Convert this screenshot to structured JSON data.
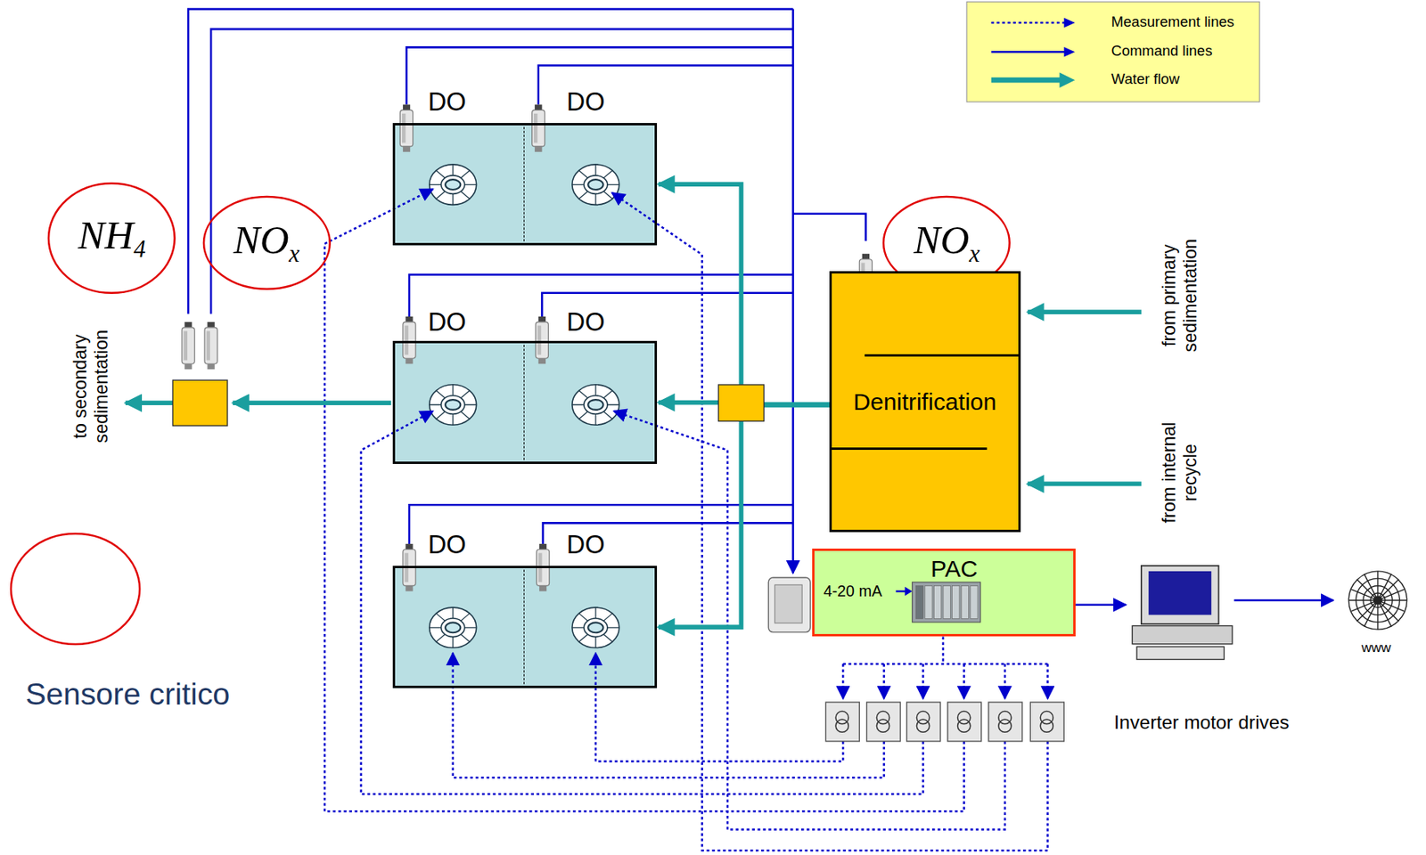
{
  "diagram": {
    "nodes": [
      {
        "text": [
          "DO"
        ]
      },
      {
        "text": [
          "DO"
        ]
      },
      {
        "text": [
          "NH4"
        ]
      },
      {
        "text": [
          "NOx"
        ]
      },
      {
        "text": [
          "NOx"
        ]
      },
      {
        "text": [
          "DO"
        ]
      },
      {
        "text": [
          "DO"
        ]
      },
      {
        "text": [
          "Denitrification"
        ]
      },
      {
        "text": [
          "DO"
        ]
      },
      {
        "text": [
          "DO"
        ]
      },
      {
        "text": [
          "Sensore critico"
        ]
      },
      {
        "text": [
          "PAC",
          "4-20 mA"
        ]
      }
    ],
    "edges": [
      {
        "from": 7,
        "to": 1,
        "arrow": "to"
      },
      {
        "from": 7,
        "to": 6,
        "arrow": "to"
      },
      {
        "from": 7,
        "to": 9,
        "arrow": "to"
      }
    ],
    "labels": [
      "to secondary sedimentation",
      "from primary sedimentation",
      "from internal recycle",
      "Inverter motor drives",
      "www"
    ],
    "legend": [
      {
        "text": "Measurement lines"
      },
      {
        "text": "Command lines"
      },
      {
        "text": "Water flow"
      }
    ]
  }
}
